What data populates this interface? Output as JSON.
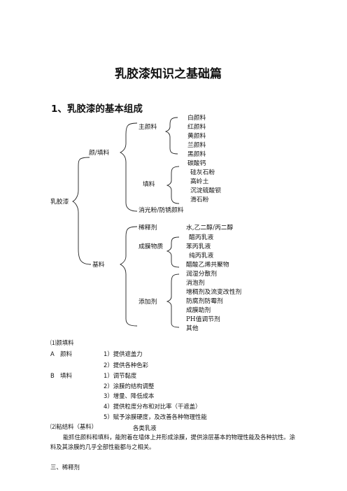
{
  "title": "乳胶漆知识之基础篇",
  "section1": "1、乳胶漆的基本组成",
  "tree": {
    "root": "乳胶漆",
    "pigment_filler": "颜/填料",
    "main_pigment": "主颜料",
    "main_pigment_items": [
      "白颜料",
      "红颜料",
      "黄颜料",
      "兰颜料",
      "黑颜料"
    ],
    "filler": "填料",
    "filler_items": [
      "碳酸钙",
      "硅灰石粉",
      "高岭土",
      "沉淀硫酸钡",
      "滑石粉"
    ],
    "matting": "消光粉/防锈颜料",
    "base": "基料",
    "diluent": "稀释剂",
    "diluent_item": "水,乙二醇/丙二醇",
    "film": "成膜物质",
    "film_items": [
      "醋丙乳液",
      "苯丙乳液",
      "纯丙乳液",
      "醋酸乙烯共聚物"
    ],
    "additive": "添加剂",
    "additive_items": [
      "润湿分散剂",
      "消泡剂",
      "增稠剂及流变改性剂",
      "防腐剂防霉剂",
      "成膜助剂",
      "PH值调节剂",
      "其他"
    ]
  },
  "list": {
    "head1": "⑴颜填料",
    "a_label": "A　颜料",
    "a_items": [
      "1）提供遮盖力",
      "2）提供各种色彩"
    ],
    "b_label": "B　填料",
    "b_items": [
      "1）调节黏度",
      "2）涂膜的结构调整",
      "3）增量、降低成本",
      "4）提供粒度分布和对比率（干遮盖）",
      "5）赋予涂膜硬度，及改善各种物理性能"
    ],
    "head2": "⑵粘结料（基料）",
    "head2_note": "各类乳液",
    "paragraph": "能抓住颜料和填料，能附着在墙体上并形成涂膜，提供涂层基本的物理性能及各种抗性。涂料及其涂膜的几乎全部性能都与之相关。",
    "section3": "三、稀释剂"
  }
}
